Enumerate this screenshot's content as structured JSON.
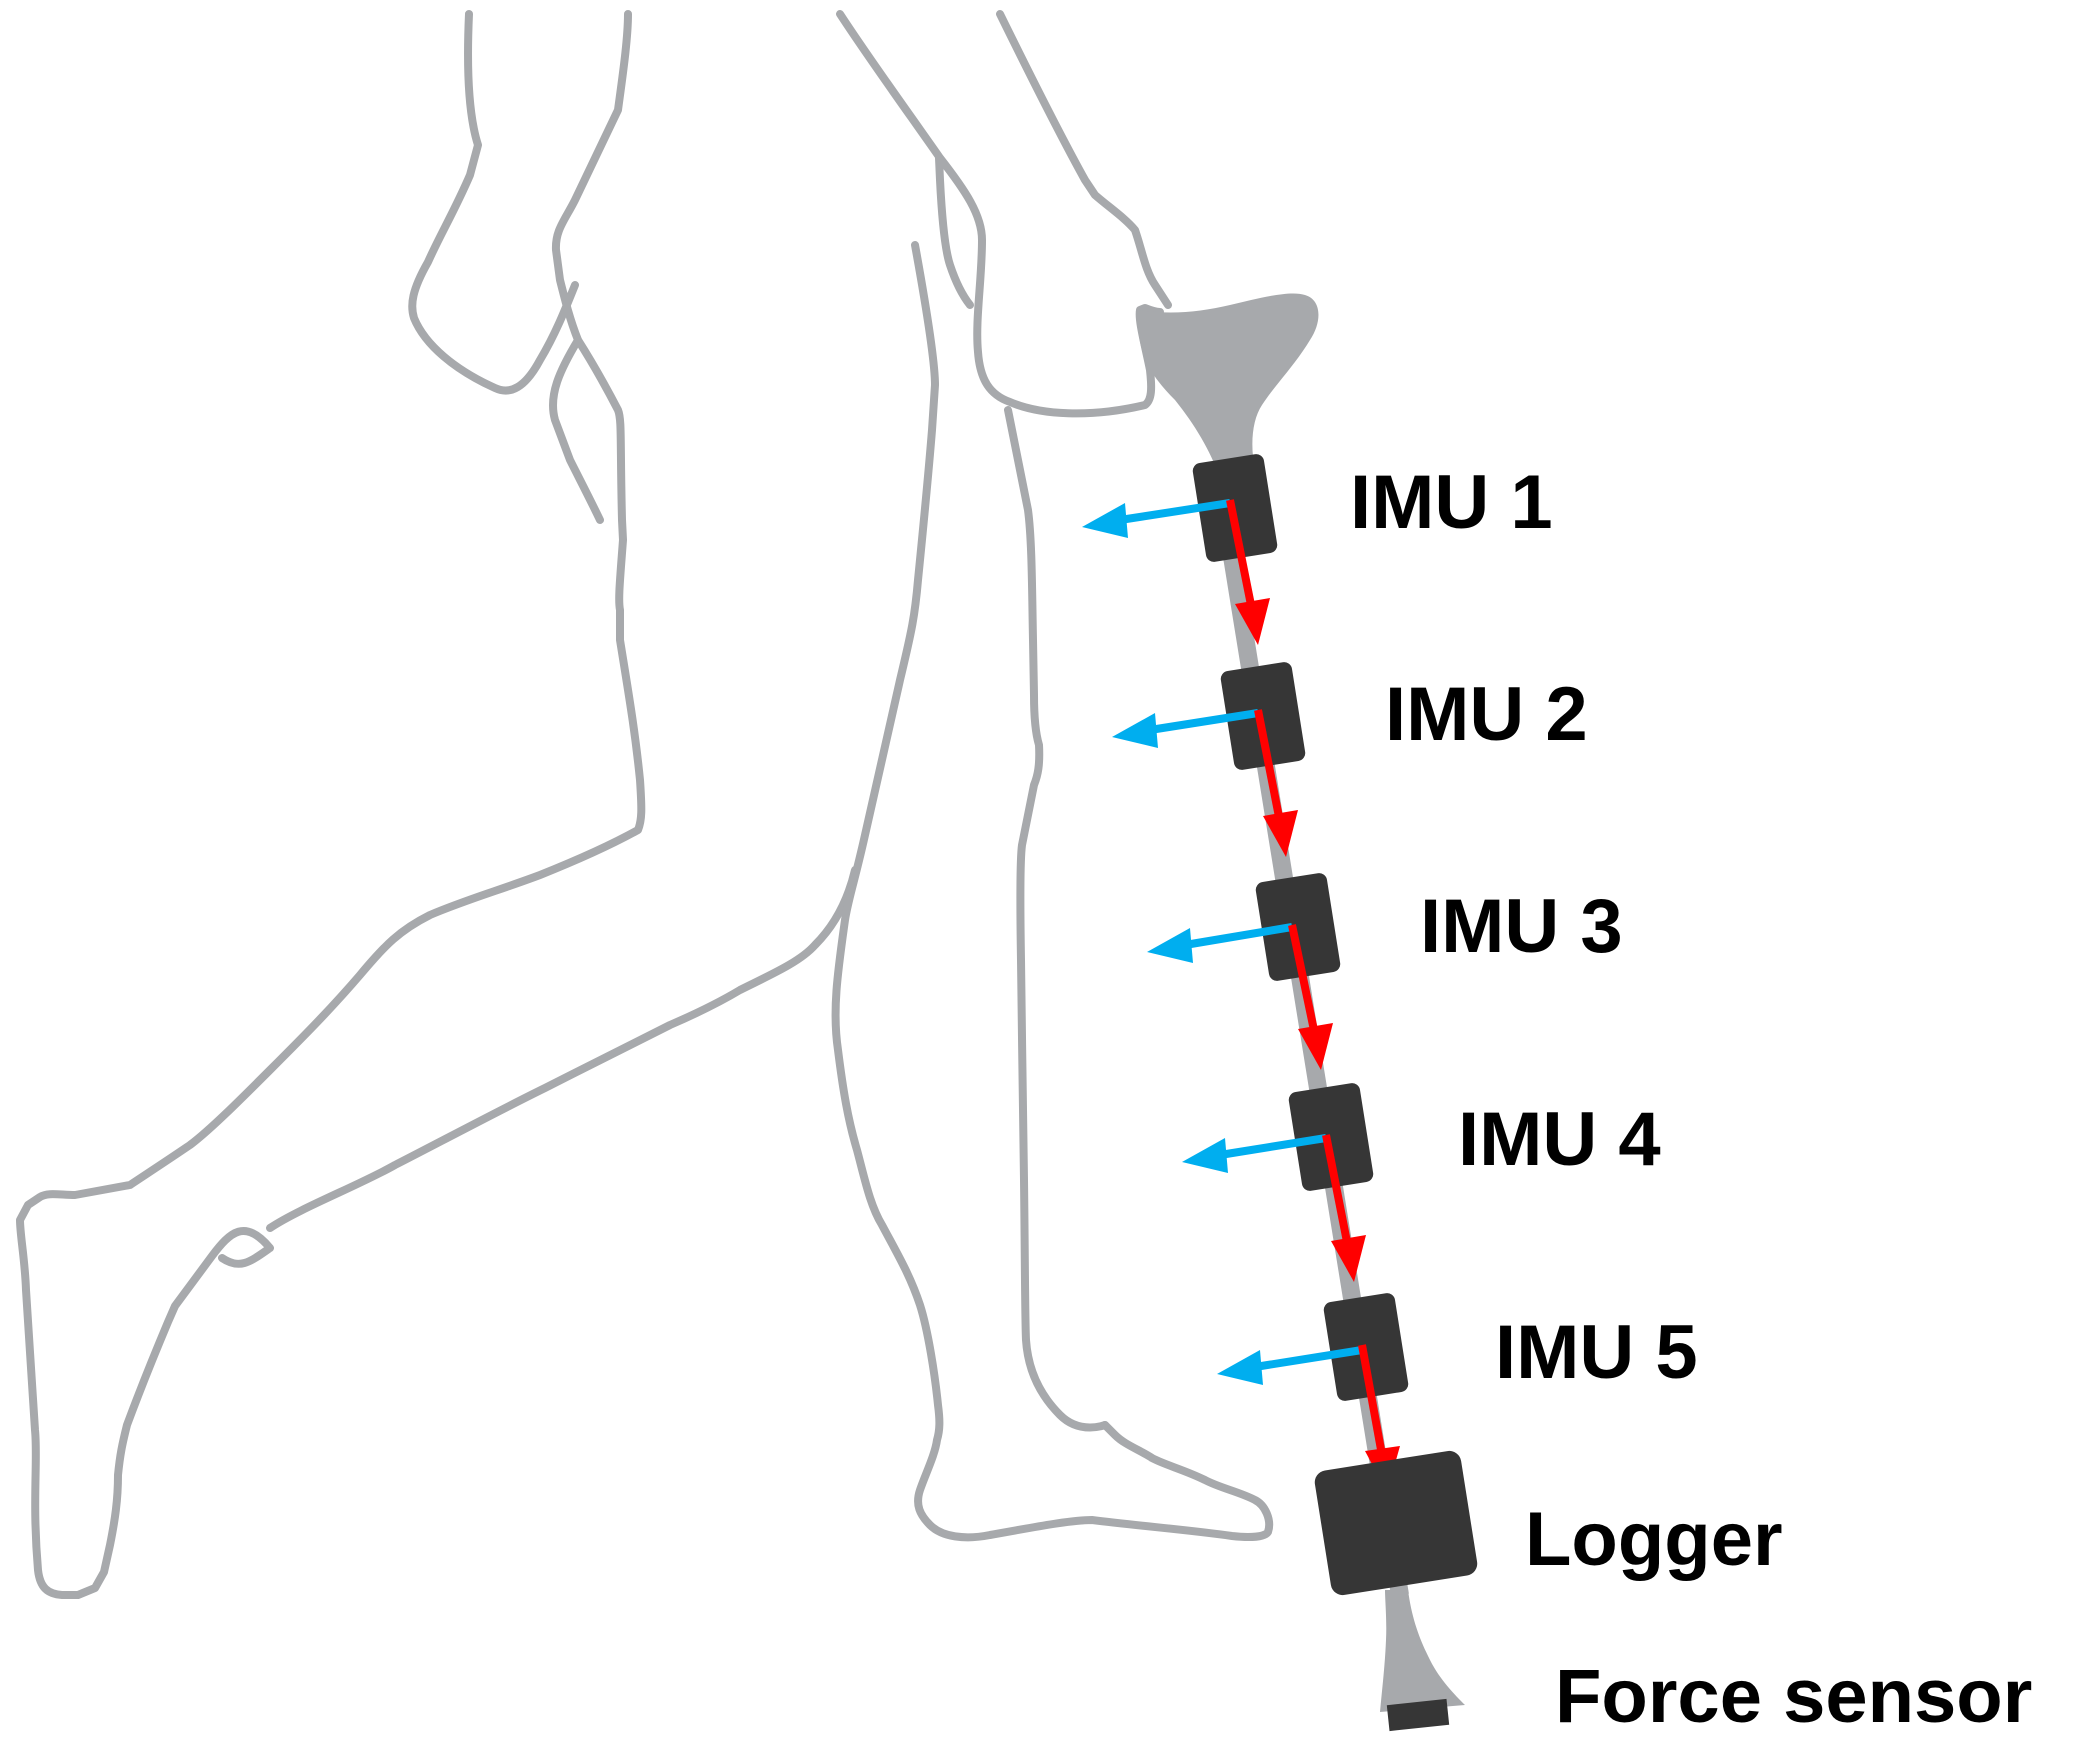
{
  "labels": {
    "imu1": "IMU 1",
    "imu2": "IMU 2",
    "imu3": "IMU 3",
    "imu4": "IMU 4",
    "imu5": "IMU 5",
    "logger": "Logger",
    "force_sensor": "Force sensor"
  },
  "colors": {
    "outline": "#a7a9ac",
    "crutch": "#a7a9ac",
    "sensor_box": "#363636",
    "axis_red": "#ff0000",
    "axis_blue": "#00aeef"
  }
}
